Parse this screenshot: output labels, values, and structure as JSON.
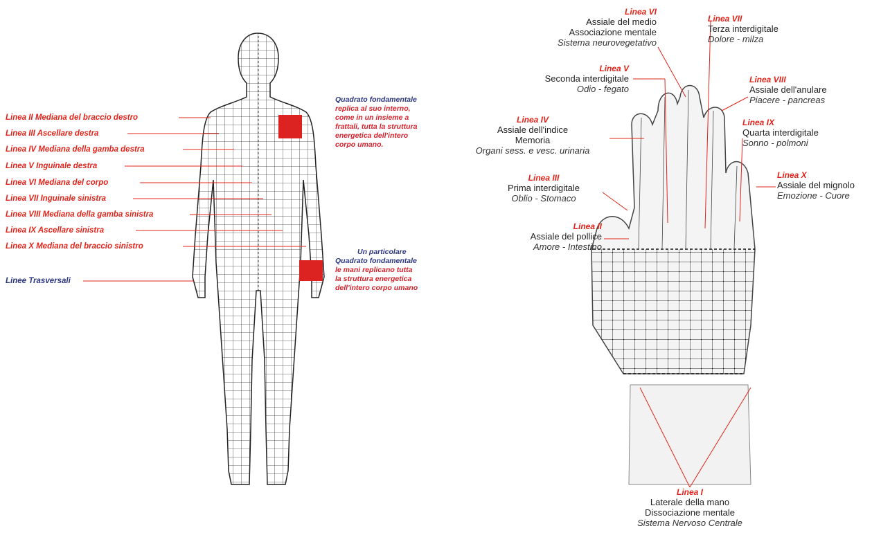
{
  "body_diagram": {
    "labels": [
      "Linea II Mediana del braccio destro",
      "Linea III Ascellare destra",
      "Linea IV Mediana della gamba destra",
      "Linea V Inguinale destra",
      "Linea VI Mediana del corpo",
      "Linea VII Inguinale sinistra",
      "Linea VIII Mediana della gamba sinistra",
      "Linea IX Ascellare sinistra",
      "Linea X Mediana del braccio sinistro"
    ],
    "transverse_label": "Linee Trasversali",
    "note1": {
      "line1": "Quadrato fondamentale",
      "line2": "replica al suo interno,",
      "line3": "come in un insieme a",
      "line4": "frattali, tutta la struttura",
      "line5": "energetica  dell'intero",
      "line6": "corpo umano."
    },
    "note2": {
      "line1": "Un particolare",
      "line2": "Quadrato fondamentale",
      "line3": "le mani replicano tutta",
      "line4": "la struttura energetica",
      "line5": "dell'intero corpo umano"
    },
    "highlight_color": "#dd2222"
  },
  "hand_diagram": {
    "lines": [
      {
        "title": "Linea VI",
        "l1": "Assiale del medio",
        "l2": "Associazione mentale",
        "l3": "Sistema neurovegetativo"
      },
      {
        "title": "Linea VII",
        "l1": "Terza interdigitale",
        "l2": "Dolore - milza"
      },
      {
        "title": "Linea V",
        "l1": "Seconda interdigitale",
        "l2": "Odio - fegato"
      },
      {
        "title": "Linea VIII",
        "l1": "Assiale dell'anulare",
        "l2": "Piacere - pancreas"
      },
      {
        "title": "Linea IV",
        "l1": "Assiale dell'indice",
        "l2": "Memoria",
        "l3": "Organi sess. e vesc. urinaria"
      },
      {
        "title": "Linea IX",
        "l1": "Quarta interdigitale",
        "l2": "Sonno - polmoni"
      },
      {
        "title": "Linea III",
        "l1": "Prima interdigitale",
        "l2": "Oblio - Stomaco"
      },
      {
        "title": "Linea X",
        "l1": "Assiale del mignolo",
        "l2": "Emozione - Cuore"
      },
      {
        "title": "Linea II",
        "l1": "Assiale del pollice",
        "l2": "Amore - Intestino"
      },
      {
        "title": "Linea I",
        "l1": "Laterale della mano",
        "l2": "Dissociazione mentale",
        "l3": "Sistema Nervoso Centrale"
      }
    ],
    "accent_color": "#e2231a"
  }
}
